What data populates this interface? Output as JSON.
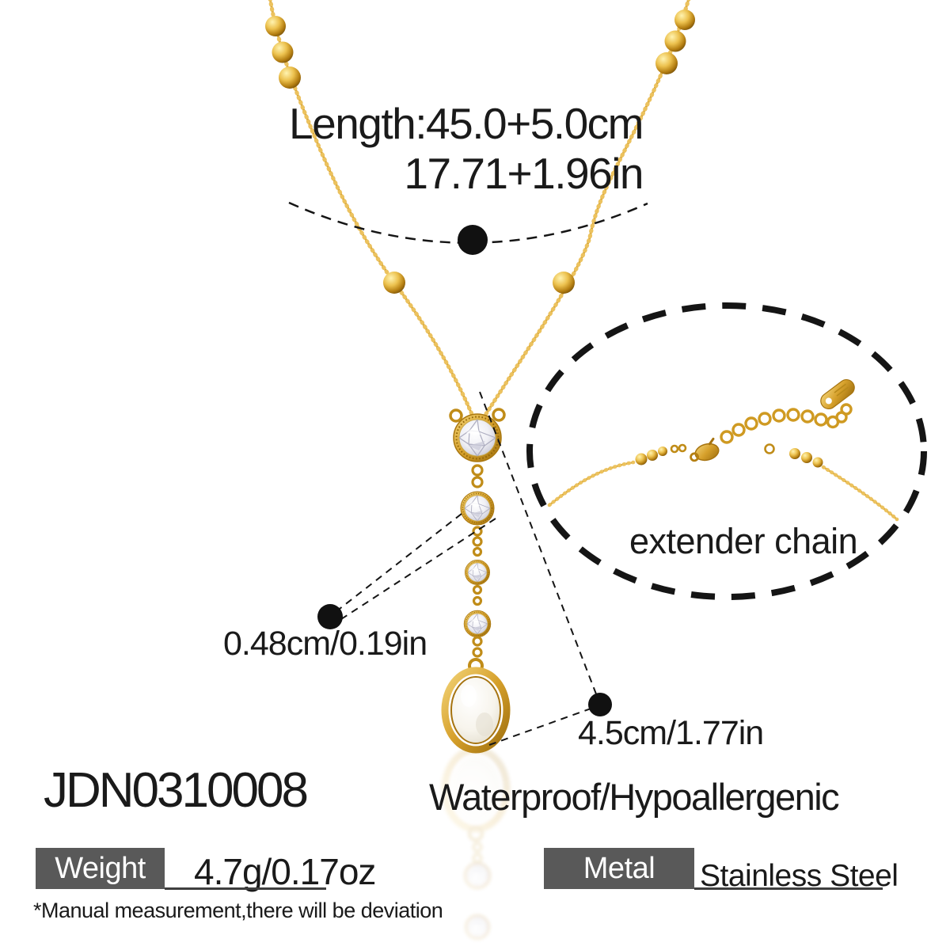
{
  "annotations": {
    "length_line1": "Length:45.0+5.0cm",
    "length_line2": "17.71+1.96in",
    "extender_chain": "extender chain",
    "stone_size": "0.48cm/0.19in",
    "drop_length": "4.5cm/1.77in"
  },
  "product": {
    "sku": "JDN0310008",
    "feature": "Waterproof/Hypoallergenic",
    "footnote": "*Manual measurement,there will be deviation",
    "specs": [
      {
        "label": "Weight",
        "value": "4.7g/0.17oz"
      },
      {
        "label": "Metal",
        "value": "Stainless Steel"
      }
    ]
  },
  "colors": {
    "gold": "#D6A02B",
    "gold_light": "#F2D377",
    "gold_dark": "#9E6F0E",
    "annotation_black": "#151515",
    "spec_bar_gray": "#595959",
    "text": "#1A1A1A"
  }
}
